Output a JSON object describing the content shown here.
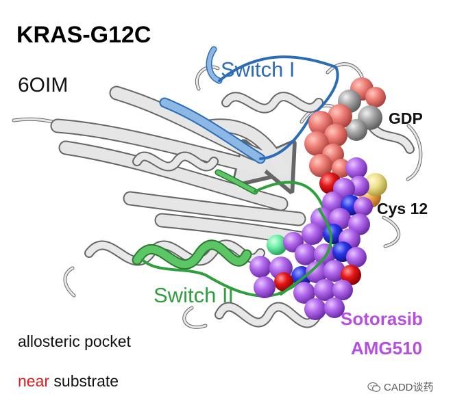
{
  "title": "KRAS-G12C",
  "pdb_id": "6OIM",
  "labels": {
    "switch1": "Switch I",
    "switch2": "Switch II",
    "gdp": "GDP",
    "cys12": "Cys 12",
    "drug_line1": "Sotorasib",
    "drug_line2": "AMG510"
  },
  "caption": {
    "line1": "allosteric pocket",
    "line2_highlight": "near",
    "line2_rest": " substrate"
  },
  "watermark": "CADD谈药",
  "colors": {
    "switch1": "#2b6cb5",
    "switch2": "#2f9e3c",
    "ligand": "#b44fe0",
    "highlight": "#e01b1b",
    "ribbon": "#e4e4e4"
  },
  "icons": {
    "watermark": "wechat-icon"
  }
}
